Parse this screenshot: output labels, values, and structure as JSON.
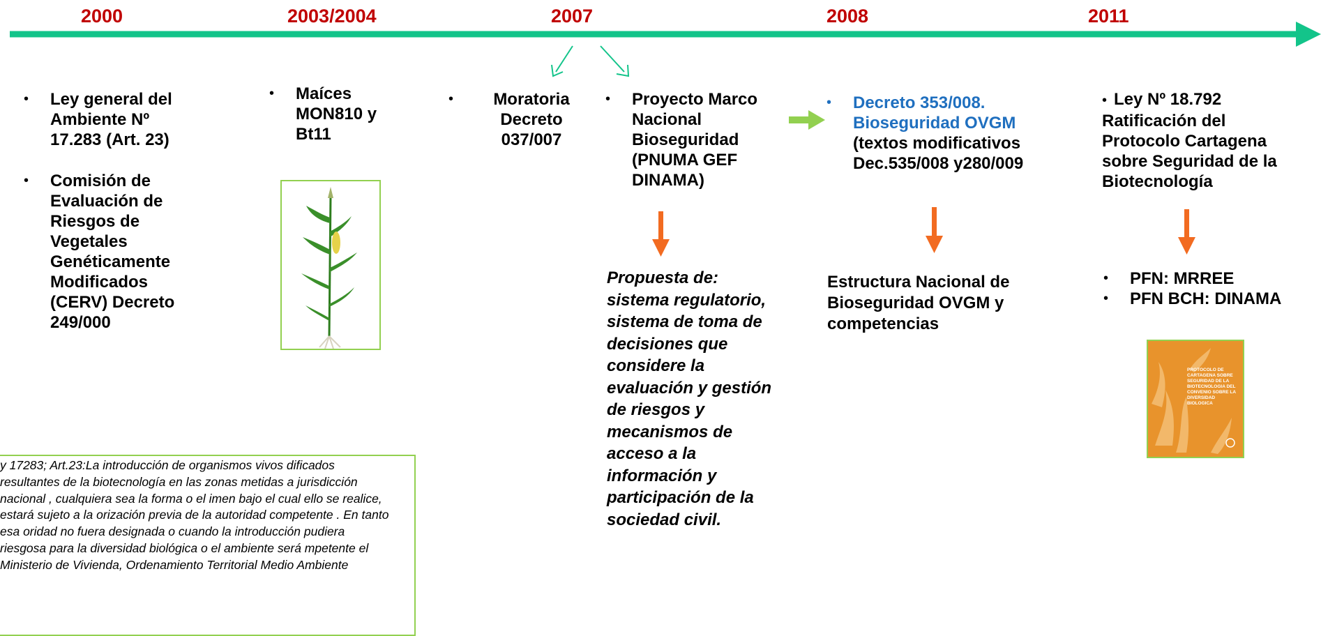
{
  "timeline": {
    "years": [
      "2000",
      "2003/2004",
      "2007",
      "2008",
      "2011"
    ],
    "colors": {
      "arrow": "#13c48a",
      "year": "#c00000",
      "down_arrow": "#f26b21",
      "right_arrow": "#92d050",
      "highlight": "#1f6fbf"
    }
  },
  "col2000": {
    "items": [
      "Ley general del Ambiente Nº 17.283 (Art. 23)",
      "Comisión de Evaluación de Riesgos de Vegetales Genéticamente Modificados (CERV) Decreto 249/000"
    ]
  },
  "col2003": {
    "item": "Maíces MON810 y Bt11",
    "image": "corn-plant-illustration"
  },
  "col2007a": {
    "item": "Moratoria Decreto 037/007"
  },
  "col2007b": {
    "item": "Proyecto Marco Nacional Bioseguridad (PNUMA GEF DINAMA)",
    "result": "Propuesta de: sistema regulatorio, sistema de toma de decisiones que considere la evaluación y gestión de riesgos y mecanismos de acceso a la información y participación de la sociedad civil."
  },
  "col2008": {
    "item_highlight": "Decreto 353/008. Bioseguridad OVGM",
    "item_rest": "(textos modificativos Dec.535/008 y280/009",
    "result": "Estructura Nacional de Bioseguridad OVGM y competencias"
  },
  "col2011": {
    "item": "Ley Nº 18.792 Ratificación del Protocolo  Cartagena sobre Seguridad de la Biotecnología",
    "results": [
      "PFN: MRREE",
      "PFN BCH: DINAMA"
    ],
    "book_cover_text": "PROTOCOLO DE CARTAGENA SOBRE SEGURIDAD DE LA BIOTECNOLOGIA DEL CONVENIO SOBRE LA DIVERSIDAD BIOLOGICA"
  },
  "note": {
    "text": "y 17283; Art.23:La introducción de organismos vivos dificados resultantes de la biotecnología en las zonas metidas a jurisdicción nacional , cualquiera sea la forma o el imen bajo el cual  ello se realice,  estará sujeto a la orización previa de la autoridad competente . En tanto esa oridad no fuera designada o cuando la introducción pudiera  riesgosa para la diversidad biológica o el ambiente será mpetente el Ministerio de Vivienda, Ordenamiento Territorial Medio Ambiente"
  }
}
